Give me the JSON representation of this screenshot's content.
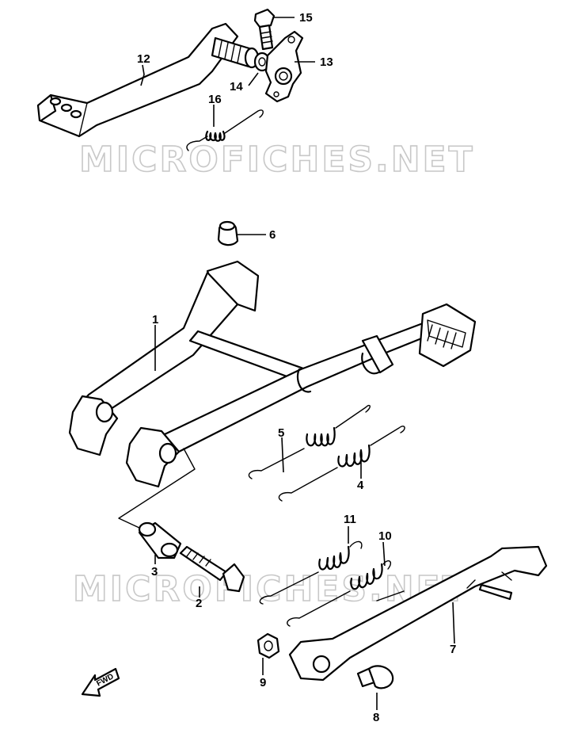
{
  "watermark": {
    "text": "MICROFICHES.NET"
  },
  "direction_marker": {
    "text": "FWD"
  },
  "parts": [
    {
      "id": "part-1",
      "ref": "1"
    },
    {
      "id": "part-2",
      "ref": "2"
    },
    {
      "id": "part-3",
      "ref": "3"
    },
    {
      "id": "part-4",
      "ref": "4"
    },
    {
      "id": "part-5",
      "ref": "5"
    },
    {
      "id": "part-6",
      "ref": "6"
    },
    {
      "id": "part-7",
      "ref": "7"
    },
    {
      "id": "part-8",
      "ref": "8"
    },
    {
      "id": "part-9",
      "ref": "9"
    },
    {
      "id": "part-10",
      "ref": "10"
    },
    {
      "id": "part-11",
      "ref": "11"
    },
    {
      "id": "part-12",
      "ref": "12"
    },
    {
      "id": "part-13",
      "ref": "13"
    },
    {
      "id": "part-14",
      "ref": "14"
    },
    {
      "id": "part-15",
      "ref": "15"
    },
    {
      "id": "part-16",
      "ref": "16"
    }
  ]
}
